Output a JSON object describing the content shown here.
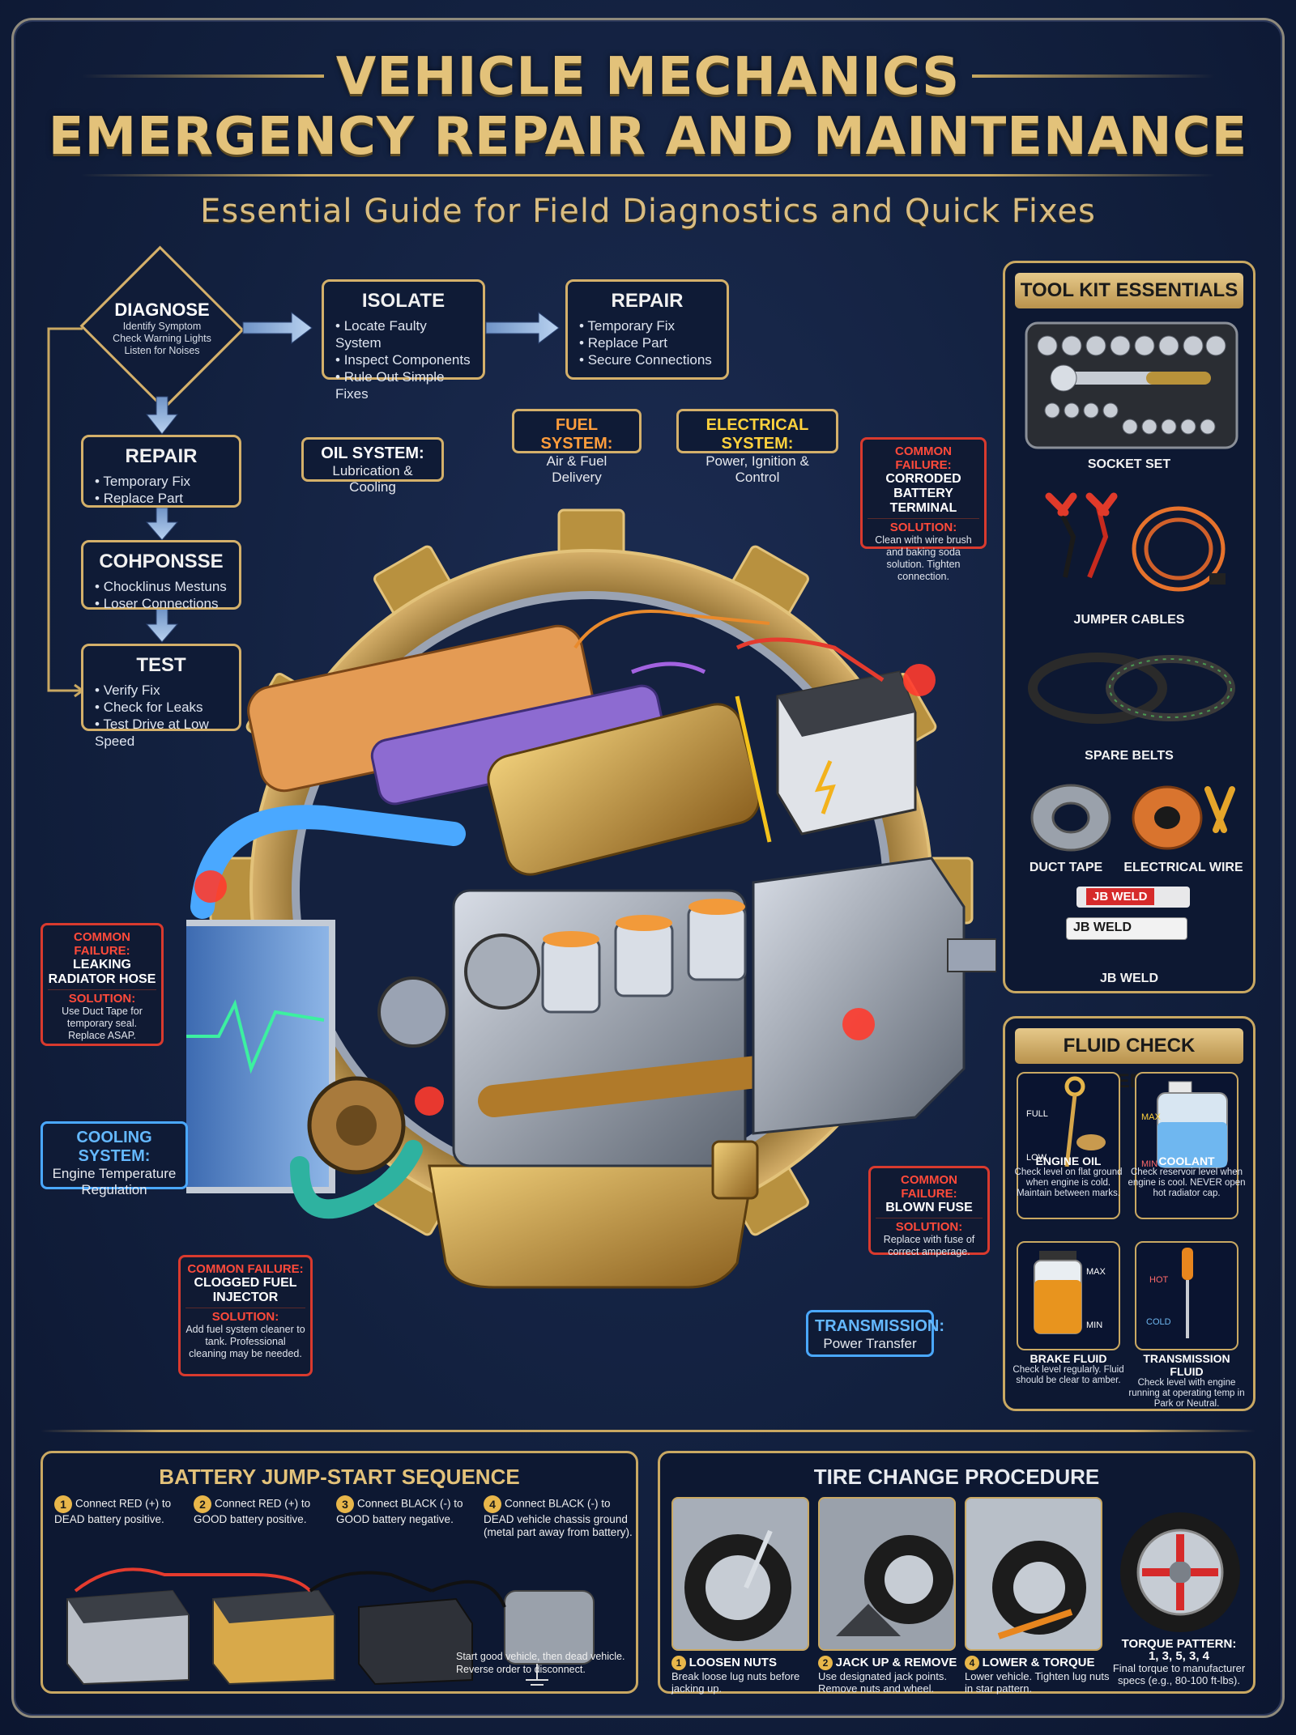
{
  "header": {
    "title_line1": "VEHICLE MECHANICS",
    "title_line2": "EMERGENCY REPAIR AND MAINTENANCE",
    "subtitle": "Essential Guide for Field Diagnostics and Quick Fixes"
  },
  "flow": {
    "diagnose": {
      "title": "DIAGNOSE",
      "lines": [
        "Identify Symptom",
        "Check Warning Lights",
        "Listen for Noises"
      ]
    },
    "isolate": {
      "title": "ISOLATE",
      "items": [
        "Locate Faulty System",
        "Inspect Components",
        "Rule Out Simple Fixes"
      ]
    },
    "repair_top": {
      "title": "REPAIR",
      "items": [
        "Temporary Fix",
        "Replace Part",
        "Secure Connections"
      ]
    },
    "repair_left": {
      "title": "REPAIR",
      "items": [
        "Temporary Fix",
        "Replace Part"
      ]
    },
    "cohponsse": {
      "title": "COHPONSSE",
      "items": [
        "Chocklinus Mestuns",
        "Loser Connections"
      ]
    },
    "test": {
      "title": "TEST",
      "items": [
        "Verify Fix",
        "Check for Leaks",
        "Test Drive at Low Speed"
      ]
    }
  },
  "systems": {
    "oil": {
      "head": "OIL SYSTEM:",
      "sub": "Lubrication & Cooling"
    },
    "fuel": {
      "head": "FUEL SYSTEM:",
      "sub": "Air & Fuel Delivery"
    },
    "electrical": {
      "head": "ELECTRICAL SYSTEM:",
      "sub": "Power, Ignition & Control"
    },
    "cooling": {
      "head": "COOLING SYSTEM:",
      "sub": "Engine Temperature Regulation"
    },
    "transmission": {
      "head": "TRANSMISSION:",
      "sub": "Power Transfer"
    }
  },
  "failures": {
    "battery": {
      "label": "COMMON FAILURE:",
      "name": "CORRODED BATTERY TERMINAL",
      "sol": "SOLUTION:",
      "text": "Clean with wire brush and baking soda solution. Tighten connection."
    },
    "radiator": {
      "label": "COMMON FAILURE:",
      "name": "LEAKING RADIATOR HOSE",
      "sol": "SOLUTION:",
      "text": "Use Duct Tape for temporary seal. Replace ASAP."
    },
    "fuse": {
      "label": "COMMON FAILURE:",
      "name": "BLOWN FUSE",
      "sol": "SOLUTION:",
      "text": "Replace with fuse of correct amperage."
    },
    "injector": {
      "label": "COMMON FAILURE:",
      "name": "CLOGGED FUEL INJECTOR",
      "sol": "SOLUTION:",
      "text": "Add fuel system cleaner to tank. Professional cleaning may be needed."
    }
  },
  "toolkit": {
    "title": "TOOL KIT ESSENTIALS",
    "items": [
      "SOCKET SET",
      "JUMPER CABLES",
      "SPARE BELTS",
      "DUCT TAPE",
      "ELECTRICAL WIRE",
      "JB WELD"
    ],
    "jb_label1": "JB WELD",
    "jb_label2": "JB WELD"
  },
  "fluids": {
    "title": "FLUID CHECK PROCEDURES",
    "oil": {
      "name": "ENGINE OIL",
      "text": "Check level on flat ground when engine is cold. Maintain between marks.",
      "full": "FULL",
      "low": "LOW"
    },
    "coolant": {
      "name": "COOLANT",
      "text": "Check reservoir level when engine is cool. NEVER open hot radiator cap.",
      "max": "MAX",
      "min": "MIN"
    },
    "brake": {
      "name": "BRAKE FLUID",
      "text": "Check level regularly. Fluid should be clear to amber.",
      "max": "MAX",
      "min": "MIN"
    },
    "trans": {
      "name": "TRANSMISSION FLUID",
      "text": "Check level with engine running at operating temp in Park or Neutral.",
      "hot": "HOT",
      "cold": "COLD"
    }
  },
  "jumpstart": {
    "title": "BATTERY JUMP-START SEQUENCE",
    "steps": [
      {
        "n": "1",
        "text": "Connect RED (+) to DEAD battery positive."
      },
      {
        "n": "2",
        "text": "Connect RED (+) to GOOD battery positive."
      },
      {
        "n": "3",
        "text": "Connect BLACK (-) to GOOD battery negative."
      },
      {
        "n": "4",
        "text": "Connect BLACK (-) to DEAD vehicle chassis ground (metal part away from battery)."
      }
    ],
    "final": "Start good vehicle, then dead vehicle. Reverse order to disconnect."
  },
  "tire": {
    "title": "TIRE CHANGE PROCEDURE",
    "steps": [
      {
        "n": "1",
        "name": "LOOSEN NUTS",
        "text": "Break loose lug nuts before jacking up."
      },
      {
        "n": "2",
        "name": "JACK UP & REMOVE",
        "text": "Use designated jack points. Remove nuts and wheel."
      },
      {
        "n": "4",
        "name": "LOWER & TORQUE",
        "text": "Lower vehicle. Tighten lug nuts in star pattern."
      }
    ],
    "torque_title": "TORQUE PATTERN:",
    "torque_seq": "1, 3, 5, 3, 4",
    "torque_text": "Final torque to manufacturer specs (e.g., 80-100 ft-lbs)."
  }
}
